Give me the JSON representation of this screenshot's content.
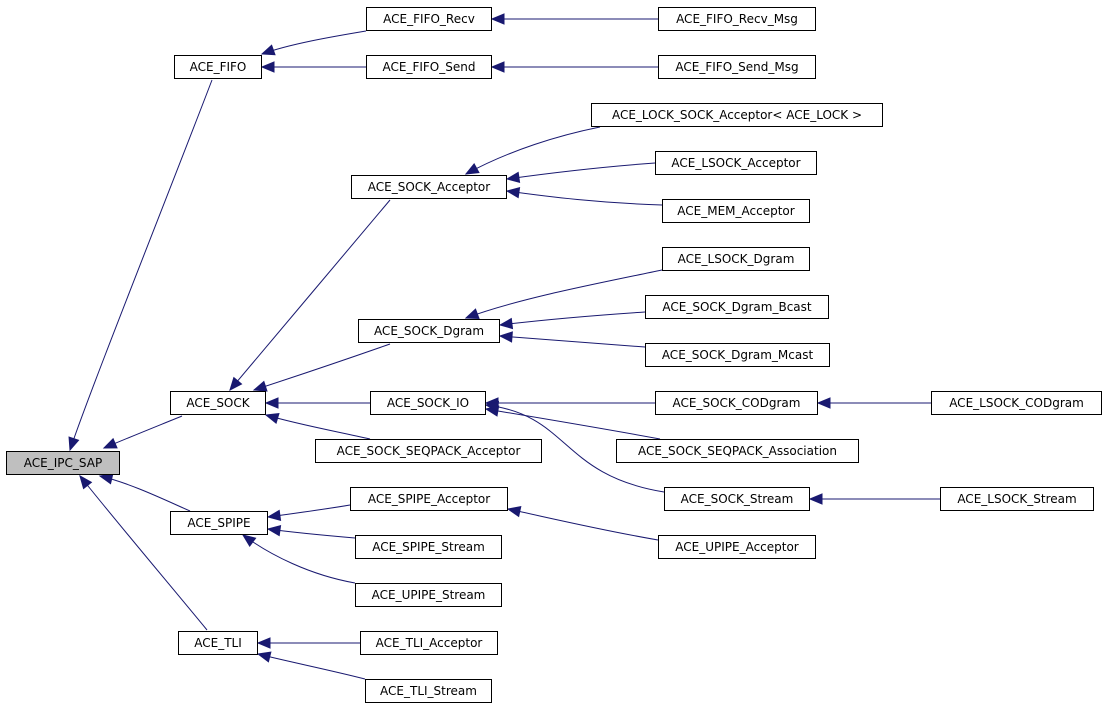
{
  "colors": {
    "edge": "#191970",
    "node_border": "#000000",
    "root_fill": "#bfbfbf"
  },
  "diagram": {
    "nodes": [
      {
        "id": "ace_ipc_sap",
        "label": "ACE_IPC_SAP",
        "root": true
      },
      {
        "id": "ace_fifo",
        "label": "ACE_FIFO"
      },
      {
        "id": "ace_fifo_recv",
        "label": "ACE_FIFO_Recv"
      },
      {
        "id": "ace_fifo_recv_msg",
        "label": "ACE_FIFO_Recv_Msg"
      },
      {
        "id": "ace_fifo_send",
        "label": "ACE_FIFO_Send"
      },
      {
        "id": "ace_fifo_send_msg",
        "label": "ACE_FIFO_Send_Msg"
      },
      {
        "id": "ace_lock_sock_acceptor",
        "label": "ACE_LOCK_SOCK_Acceptor< ACE_LOCK >"
      },
      {
        "id": "ace_sock_acceptor",
        "label": "ACE_SOCK_Acceptor"
      },
      {
        "id": "ace_lsock_acceptor",
        "label": "ACE_LSOCK_Acceptor"
      },
      {
        "id": "ace_mem_acceptor",
        "label": "ACE_MEM_Acceptor"
      },
      {
        "id": "ace_lsock_dgram",
        "label": "ACE_LSOCK_Dgram"
      },
      {
        "id": "ace_sock_dgram",
        "label": "ACE_SOCK_Dgram"
      },
      {
        "id": "ace_sock_dgram_bcast",
        "label": "ACE_SOCK_Dgram_Bcast"
      },
      {
        "id": "ace_sock_dgram_mcast",
        "label": "ACE_SOCK_Dgram_Mcast"
      },
      {
        "id": "ace_sock",
        "label": "ACE_SOCK"
      },
      {
        "id": "ace_sock_io",
        "label": "ACE_SOCK_IO"
      },
      {
        "id": "ace_sock_codgram",
        "label": "ACE_SOCK_CODgram"
      },
      {
        "id": "ace_lsock_codgram",
        "label": "ACE_LSOCK_CODgram"
      },
      {
        "id": "ace_sock_seqpack_acceptor",
        "label": "ACE_SOCK_SEQPACK_Acceptor"
      },
      {
        "id": "ace_sock_seqpack_association",
        "label": "ACE_SOCK_SEQPACK_Association"
      },
      {
        "id": "ace_sock_stream",
        "label": "ACE_SOCK_Stream"
      },
      {
        "id": "ace_lsock_stream",
        "label": "ACE_LSOCK_Stream"
      },
      {
        "id": "ace_spipe",
        "label": "ACE_SPIPE"
      },
      {
        "id": "ace_spipe_acceptor",
        "label": "ACE_SPIPE_Acceptor"
      },
      {
        "id": "ace_upipe_acceptor",
        "label": "ACE_UPIPE_Acceptor"
      },
      {
        "id": "ace_spipe_stream",
        "label": "ACE_SPIPE_Stream"
      },
      {
        "id": "ace_upipe_stream",
        "label": "ACE_UPIPE_Stream"
      },
      {
        "id": "ace_tli",
        "label": "ACE_TLI"
      },
      {
        "id": "ace_tli_acceptor",
        "label": "ACE_TLI_Acceptor"
      },
      {
        "id": "ace_tli_stream",
        "label": "ACE_TLI_Stream"
      }
    ],
    "edges": [
      {
        "from": "ace_fifo",
        "to": "ace_ipc_sap"
      },
      {
        "from": "ace_sock",
        "to": "ace_ipc_sap"
      },
      {
        "from": "ace_spipe",
        "to": "ace_ipc_sap"
      },
      {
        "from": "ace_tli",
        "to": "ace_ipc_sap"
      },
      {
        "from": "ace_fifo_recv",
        "to": "ace_fifo"
      },
      {
        "from": "ace_fifo_send",
        "to": "ace_fifo"
      },
      {
        "from": "ace_fifo_recv_msg",
        "to": "ace_fifo_recv"
      },
      {
        "from": "ace_fifo_send_msg",
        "to": "ace_fifo_send"
      },
      {
        "from": "ace_sock_acceptor",
        "to": "ace_sock"
      },
      {
        "from": "ace_sock_dgram",
        "to": "ace_sock"
      },
      {
        "from": "ace_sock_io",
        "to": "ace_sock"
      },
      {
        "from": "ace_sock_seqpack_acceptor",
        "to": "ace_sock"
      },
      {
        "from": "ace_lock_sock_acceptor",
        "to": "ace_sock_acceptor"
      },
      {
        "from": "ace_lsock_acceptor",
        "to": "ace_sock_acceptor"
      },
      {
        "from": "ace_mem_acceptor",
        "to": "ace_sock_acceptor"
      },
      {
        "from": "ace_lsock_dgram",
        "to": "ace_sock_dgram"
      },
      {
        "from": "ace_sock_dgram_bcast",
        "to": "ace_sock_dgram"
      },
      {
        "from": "ace_sock_dgram_mcast",
        "to": "ace_sock_dgram"
      },
      {
        "from": "ace_sock_codgram",
        "to": "ace_sock_io"
      },
      {
        "from": "ace_sock_seqpack_association",
        "to": "ace_sock_io"
      },
      {
        "from": "ace_sock_stream",
        "to": "ace_sock_io"
      },
      {
        "from": "ace_lsock_codgram",
        "to": "ace_sock_codgram"
      },
      {
        "from": "ace_lsock_stream",
        "to": "ace_sock_stream"
      },
      {
        "from": "ace_spipe_acceptor",
        "to": "ace_spipe"
      },
      {
        "from": "ace_spipe_stream",
        "to": "ace_spipe"
      },
      {
        "from": "ace_upipe_stream",
        "to": "ace_spipe"
      },
      {
        "from": "ace_upipe_acceptor",
        "to": "ace_spipe_acceptor"
      },
      {
        "from": "ace_tli_acceptor",
        "to": "ace_tli"
      },
      {
        "from": "ace_tli_stream",
        "to": "ace_tli"
      }
    ]
  }
}
